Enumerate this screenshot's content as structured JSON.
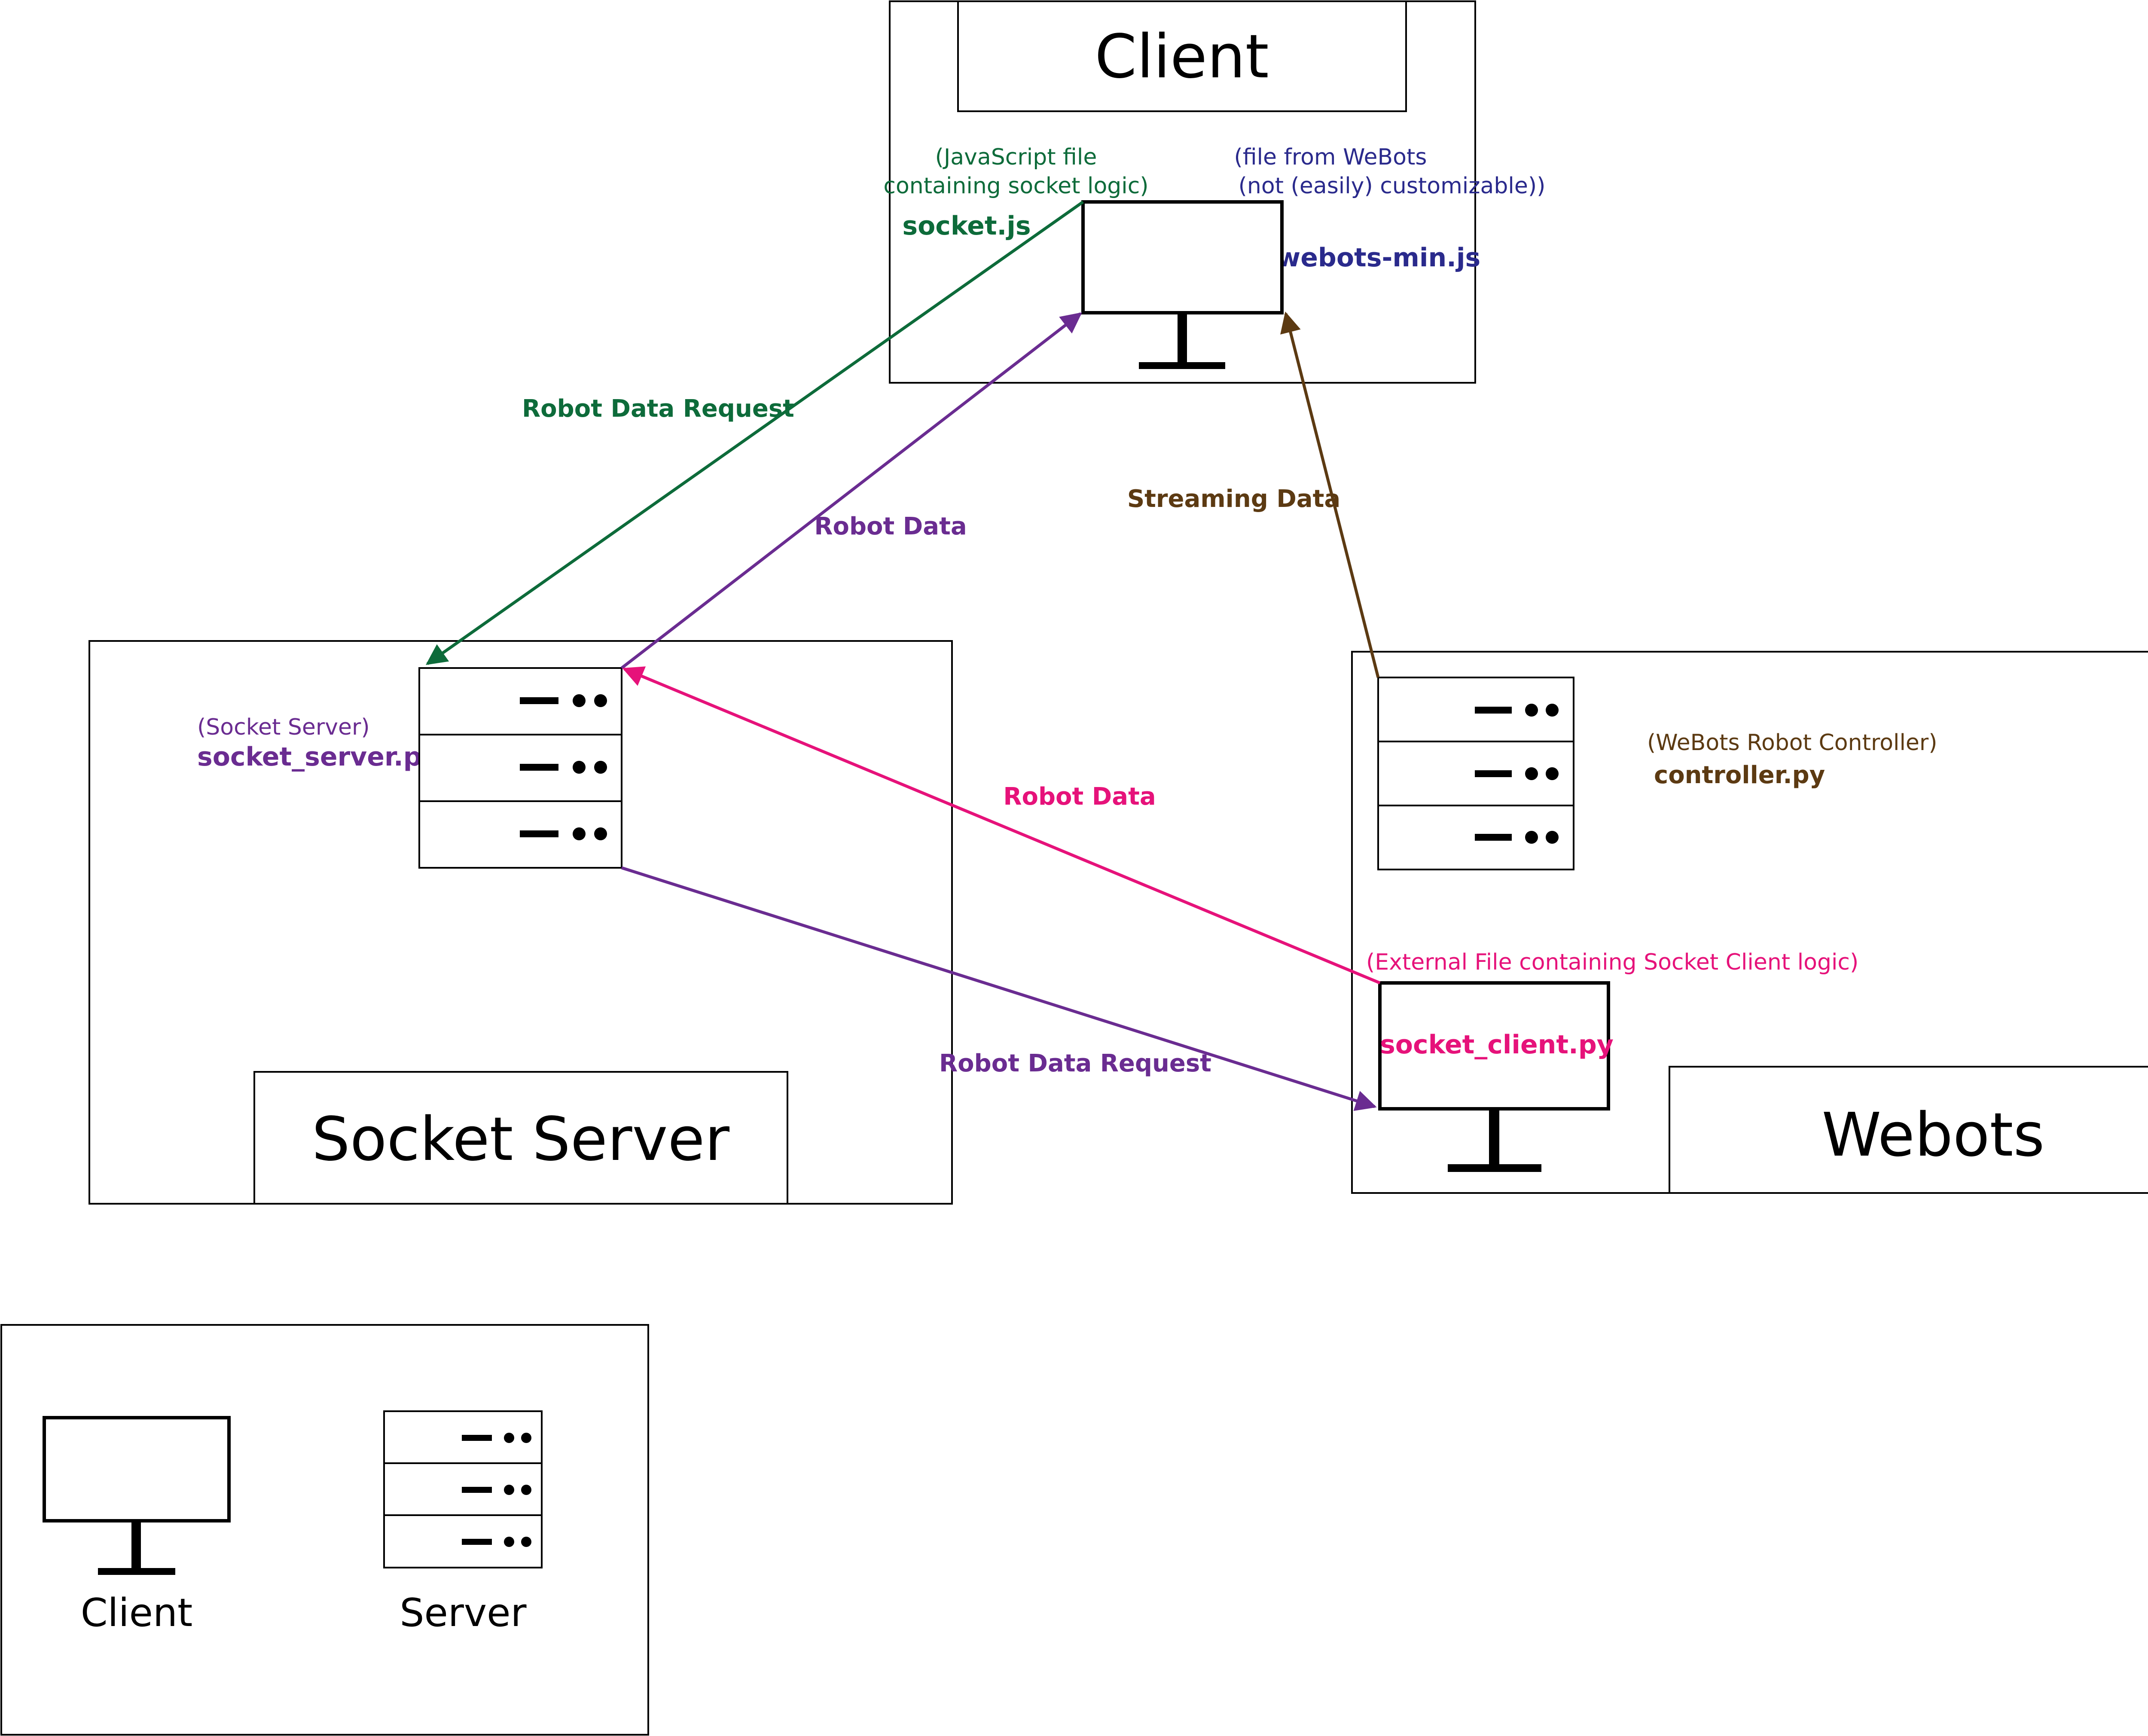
{
  "colors": {
    "green": "#0d6b3a",
    "blue": "#2a2a8c",
    "purple": "#6a2c91",
    "pink": "#e6127a",
    "brown": "#5c3a12",
    "black": "#000000"
  },
  "client": {
    "title": "Client",
    "socket_js_note_line1": "(JavaScript file",
    "socket_js_note_line2": "containing socket logic)",
    "socket_js_name": "socket.js",
    "webots_min_note_line1": "(file from WeBots",
    "webots_min_note_line2": "(not (easily) customizable))",
    "webots_min_name": "webots-min.js"
  },
  "socket_server": {
    "title": "Socket Server",
    "note": "(Socket Server)",
    "file_name": "socket_server.py"
  },
  "webots": {
    "title": "Webots",
    "controller_note": "(WeBots Robot Controller)",
    "controller_name": "controller.py",
    "client_note": "(External File containing Socket Client logic)",
    "client_name": "socket_client.py"
  },
  "arrows": {
    "robot_data_request_green": "Robot Data Request",
    "robot_data_purple": "Robot Data",
    "streaming_data": "Streaming Data",
    "robot_data_pink": "Robot Data",
    "robot_data_request_purple": "Robot Data Request"
  },
  "legend": {
    "client_label": "Client",
    "server_label": "Server"
  },
  "icons": {
    "client": "monitor-icon",
    "server": "server-rack-icon"
  }
}
